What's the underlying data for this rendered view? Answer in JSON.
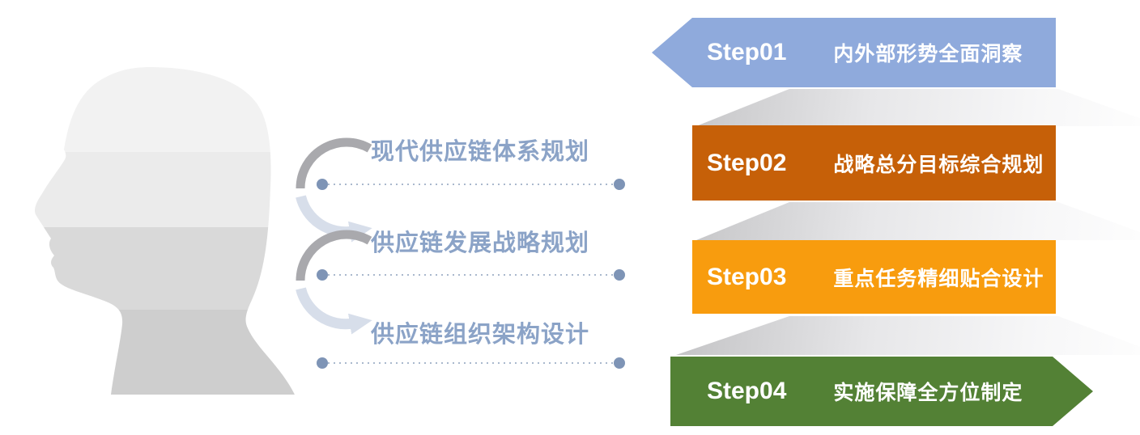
{
  "planning_items": [
    "现代供应链体系规划",
    "供应链发展战略规划",
    "供应链组织架构设计"
  ],
  "steps": [
    {
      "number": "Step01",
      "title": "内外部形势全面洞察",
      "color": "#8faadc"
    },
    {
      "number": "Step02",
      "title": "战略总分目标综合规划",
      "color": "#c66008"
    },
    {
      "number": "Step03",
      "title": "重点任务精细贴合设计",
      "color": "#f89c0e"
    },
    {
      "number": "Step04",
      "title": "实施保障全方位制定",
      "color": "#538135"
    }
  ],
  "colors": {
    "step01_blue": "#8faadc",
    "step02_dark_orange": "#c66008",
    "step03_amber": "#f89c0e",
    "step04_green": "#538135",
    "banner_text": "#ffffff",
    "label_text": "#8ba3c7",
    "connector_line": "#a9b8cd",
    "connector_dot": "#7e94b6",
    "swirl_gray": "#a9a9ad",
    "swirl_blue": "#d7deea",
    "head_band_1": "#f2f2f2",
    "head_band_2": "#ebebeb",
    "head_band_3": "#d9d9d9",
    "head_band_4": "#cecece",
    "fold_gray_dark": "#c3c3c5",
    "fold_gray_light": "#fdfdfd"
  }
}
